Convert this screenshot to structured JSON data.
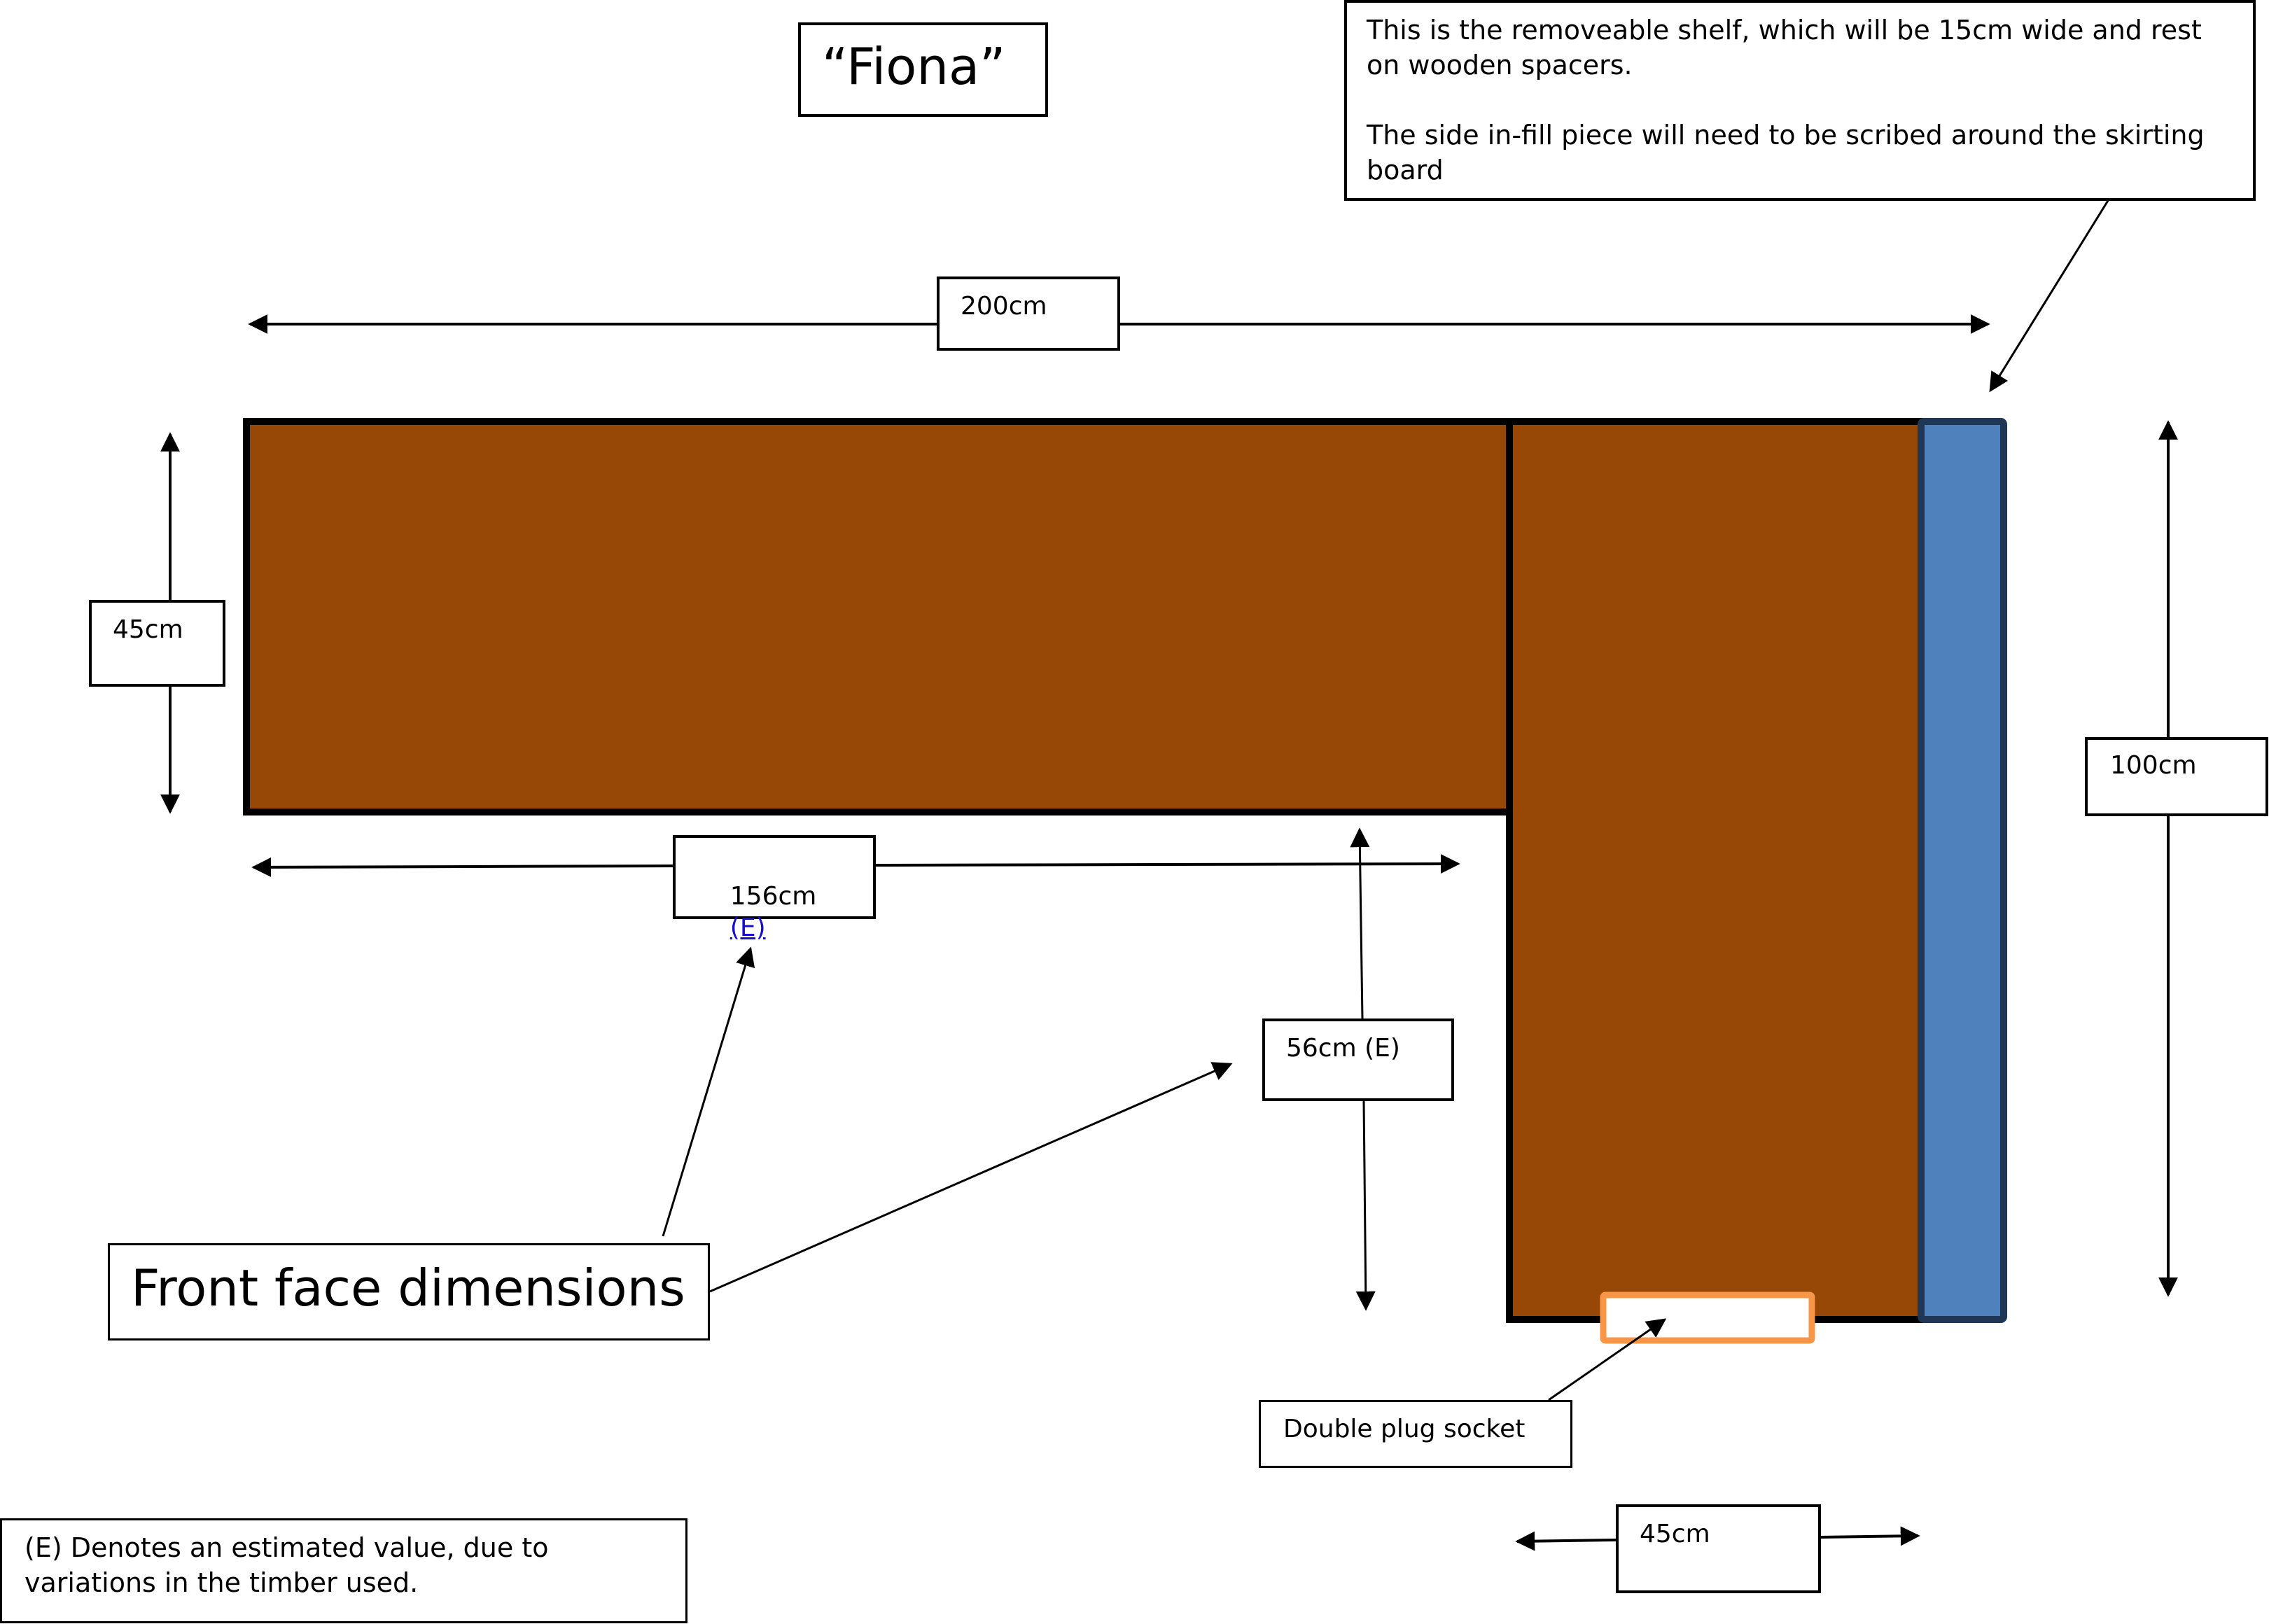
{
  "title": "“Fiona”",
  "shelf_note": {
    "paragraph1": "This is the removeable shelf, which will be 15cm wide and rest on wooden spacers.",
    "paragraph2": "The side in-fill piece will need to be scribed around the skirting board"
  },
  "dimensions": {
    "total_width": "200cm",
    "left_depth": "45cm",
    "left_length": "156cm",
    "left_length_flag": "(E)",
    "inner_height": "56cm (E)",
    "total_height": "100cm",
    "right_width": "45cm"
  },
  "callouts": {
    "front_face": "Front face dimensions",
    "plug_socket": "Double plug socket"
  },
  "footnote": "(E) Denotes an estimated value, due to variations in the timber used.",
  "colors": {
    "timber": "#974806",
    "shelf": "#4f81bd",
    "shelf_border": "#1f3655",
    "socket_border": "#f79646",
    "link": "#1a0dcc"
  }
}
